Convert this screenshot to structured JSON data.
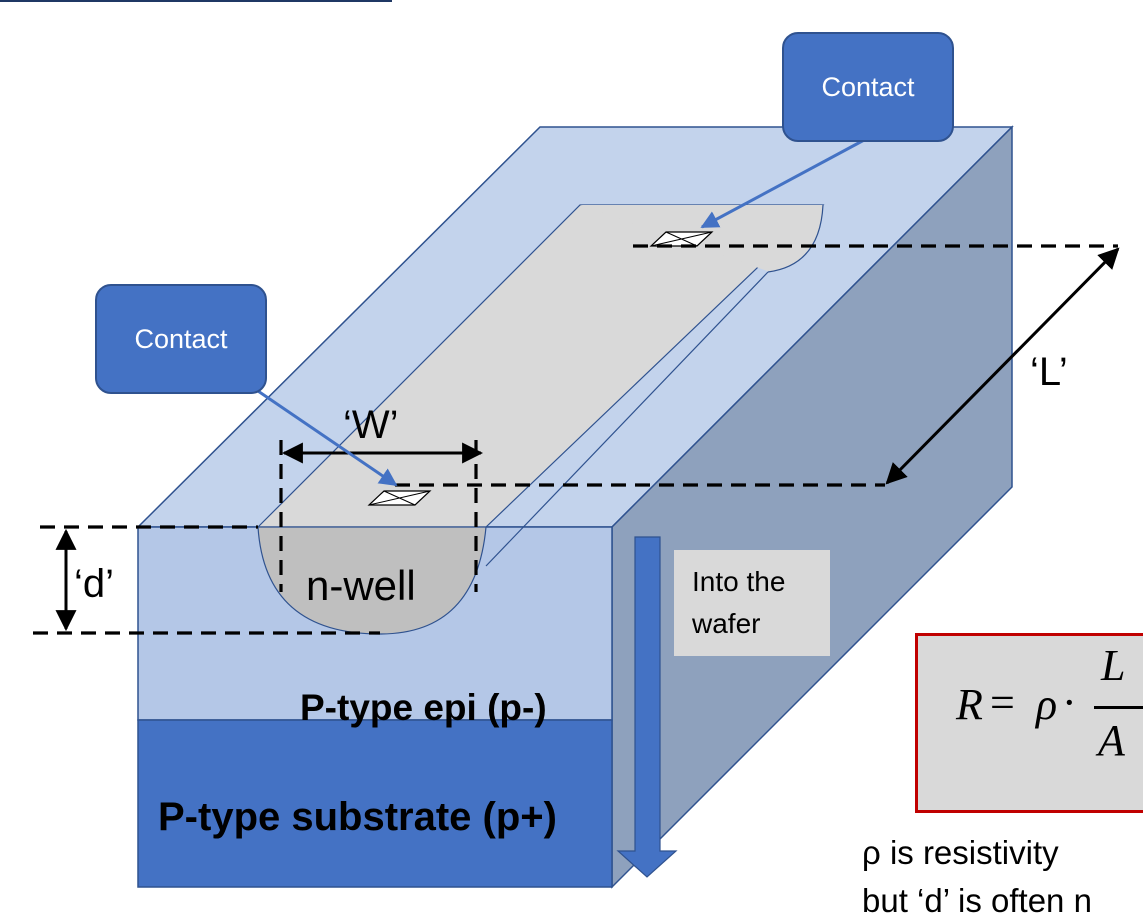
{
  "callouts": {
    "top": "Contact",
    "left": "Contact"
  },
  "dimensions": {
    "width_label": "‘W’",
    "length_label": "‘L’",
    "depth_label": "‘d’"
  },
  "regions": {
    "well": "n-well",
    "epi": "P-type epi (p-)",
    "substrate": "P-type substrate (p+)"
  },
  "direction_note": {
    "line1": "Into the",
    "line2": "wafer"
  },
  "formula": {
    "lhs": "R",
    "equals": "=",
    "rho": "ρ",
    "dot": "·",
    "numerator": "L",
    "denominator": "A"
  },
  "notes": {
    "line1": "ρ   is resistivity",
    "line2": "but ‘d’ is often n"
  },
  "colors": {
    "top_face": "#c3d3ec",
    "epi_face": "#b4c7e7",
    "side_face": "#8ea1bd",
    "substrate": "#4472c4",
    "well_top": "#d9d9d9",
    "well_cross": "#bfbfbf",
    "formula_border": "#c00000"
  }
}
